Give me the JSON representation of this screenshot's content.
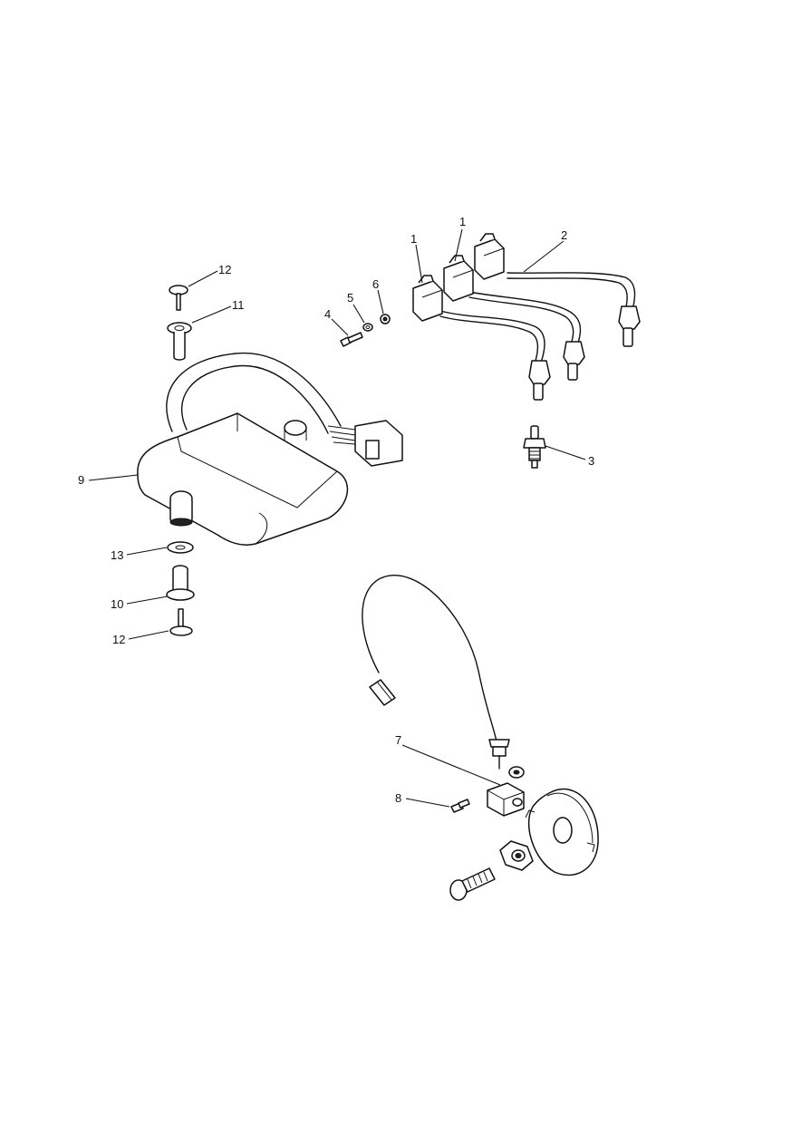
{
  "callouts": [
    "1",
    "1",
    "2",
    "3",
    "4",
    "5",
    "6",
    "7",
    "8",
    "9",
    "10",
    "11",
    "12",
    "12",
    "13"
  ]
}
